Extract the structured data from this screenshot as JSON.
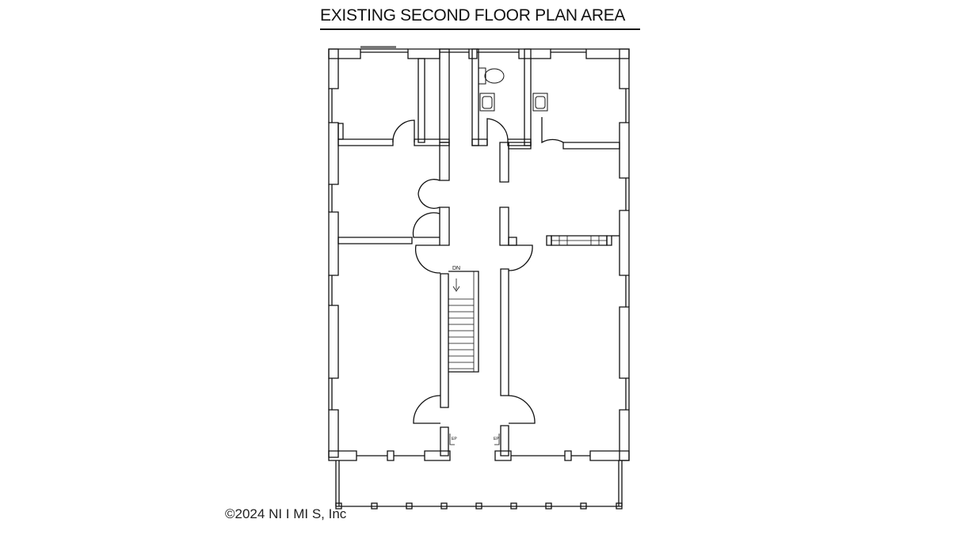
{
  "title": "EXISTING SECOND FLOOR PLAN AREA",
  "copyright": "©2024 NI I MI S, Inc",
  "stair_label": "DN",
  "stair_arrow": "V",
  "door_tag_left": "EP",
  "door_tag_right": "EP"
}
